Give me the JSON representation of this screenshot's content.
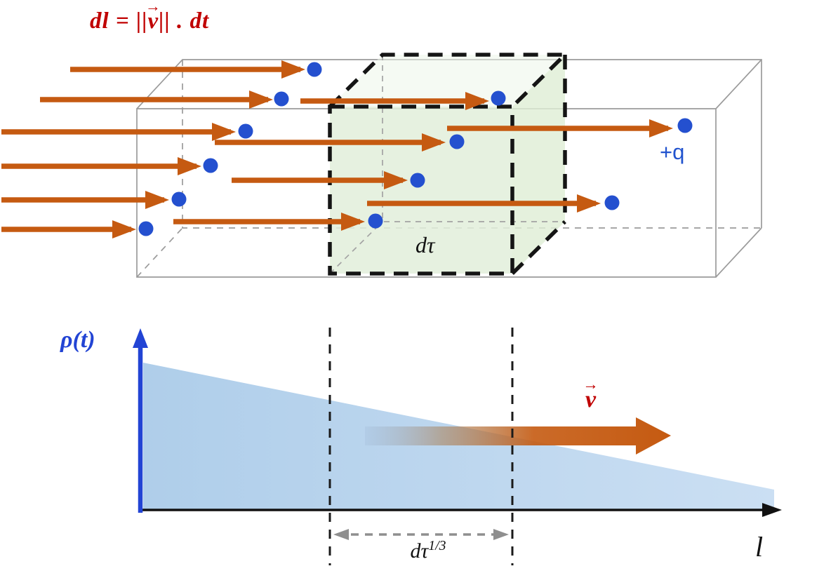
{
  "scene": {
    "title_formula": {
      "lhs": "dl = ||",
      "vector_symbol": "v",
      "vector_arrow": "→",
      "rhs": "|| . dt"
    },
    "box_labels": {
      "charge": "+q",
      "volume_element": "dτ"
    },
    "plot_labels": {
      "y_axis": "ρ(t)",
      "x_axis": "l",
      "extent_base": "dτ",
      "extent_exponent": "1/3",
      "velocity_symbol": "v",
      "velocity_arrow": "→"
    },
    "colors": {
      "arrow_orange": "#C55A11",
      "charge_dot_blue": "#2450CF",
      "formula_dark_red": "#C00000",
      "axis_blue": "#2244D4",
      "volume_green_fill": "#E2EFDA",
      "density_fill_blue": "#BDD7EE",
      "charge_label_blue": "#2153CE"
    },
    "charge_count": 12
  }
}
